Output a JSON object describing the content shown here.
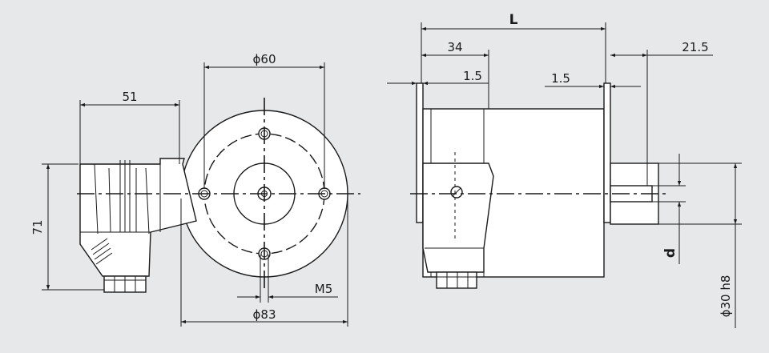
{
  "colors": {
    "background": "#e6e8ea",
    "line": "#1a1a1a",
    "part": "#ffffff"
  },
  "front_view": {
    "dim_plug_width": "51",
    "dim_height": "71",
    "dim_bolt_circle": "ϕ60",
    "dim_flange": "ϕ83",
    "dim_thread": "M5"
  },
  "side_view": {
    "dim_length": "L",
    "dim_34": "34",
    "dim_flange_left": "1.5",
    "dim_flange_right": "1.5",
    "dim_shaft": "21.5",
    "dim_shaft_d": "d",
    "dim_spigot": "ϕ30 h8"
  }
}
